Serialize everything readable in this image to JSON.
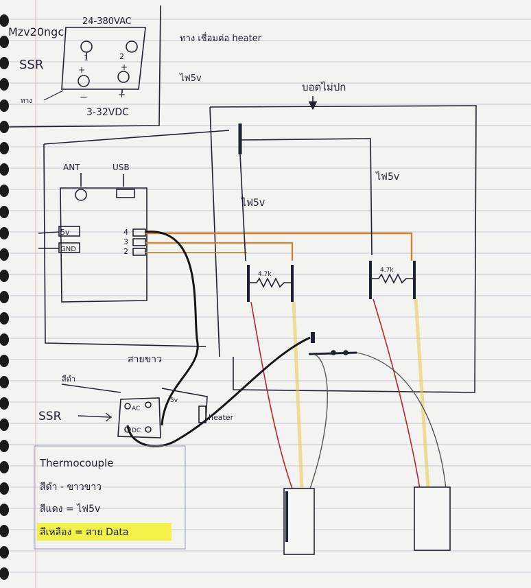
{
  "colors": {
    "paper": "#f3f3f1",
    "rule_line": "#b9bccb",
    "margin_line": "#e3b7b7",
    "ink": "#1e2230",
    "red_wire": "#b3262c",
    "yellow_wire": "#e8c64a",
    "orange_wire": "#d4822a",
    "highlight": "#f2f24a",
    "ring_hole": "#1a1a1a"
  },
  "inset": {
    "title": "Mzv20ngc",
    "ac_range": "24-380VAC",
    "dc_range": "3-32VDC",
    "ssr_label": "SSR",
    "pin1": "1",
    "pin2": "2",
    "pin3": "+",
    "pin4": "+",
    "minus_mark": "−",
    "plus_mark": "+",
    "aside_top": "ทาง เชื่อมต่อ heater",
    "aside_mid": "ไฟ5v",
    "aside_left": "ทาง"
  },
  "diagram": {
    "board_label": "บอดไม่ปก",
    "power_label_left": "ไฟ5v",
    "power_label_right": "ไฟ5v",
    "arduino_ant": "ANT",
    "arduino_usb": "USB",
    "pin_5v": "5v",
    "pin_gnd": "GND",
    "pin4": "4",
    "pin3": "3",
    "pin2": "2",
    "resistor_left": "4.7k",
    "resistor_right": "4.7k",
    "white_wire_label": "สายขาว",
    "ssr_label": "SSR",
    "ssr_top_label": "สีดำ",
    "ssr_ac": "AC",
    "ssr_dc": "DC",
    "ssr_5v": "5v",
    "heater_label": "heater"
  },
  "legend": {
    "title": "Thermocouple",
    "line1": "สีดำ - ขาวขาว",
    "line2": "สีแดง = ไฟ5v",
    "line3": "สีเหลือง = สาย Data"
  }
}
